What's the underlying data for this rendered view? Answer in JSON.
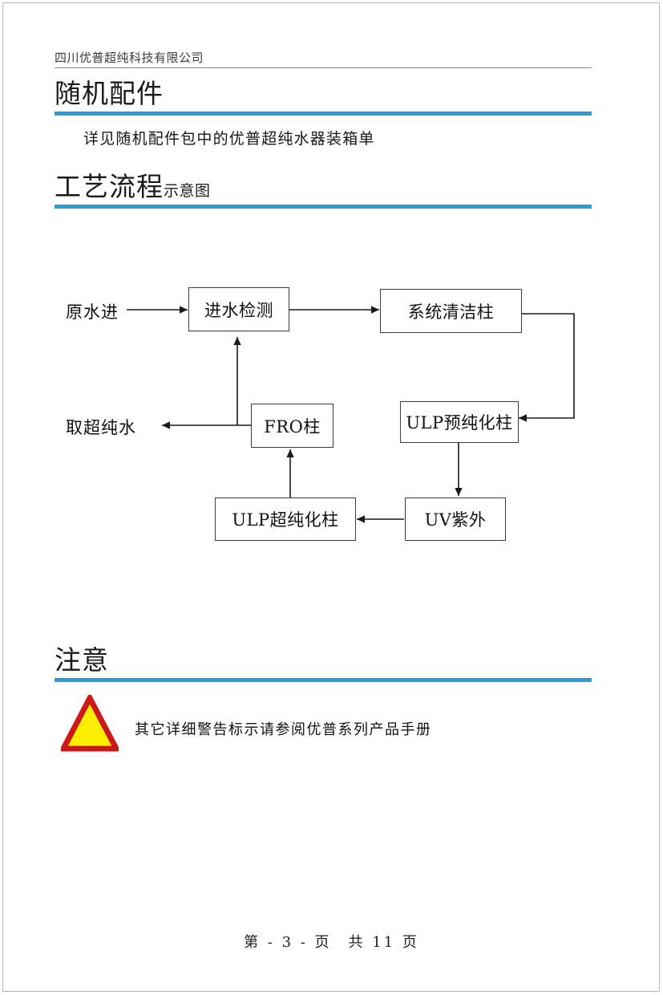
{
  "document": {
    "header": {
      "company": "四川优普超纯科技有限公司"
    },
    "footer": {
      "text": "第 - 3 - 页　共 11 页"
    }
  },
  "sections": [
    {
      "heading_main": "随机配件",
      "heading_sub": "",
      "body": "详见随机配件包中的优普超纯水器装箱单"
    },
    {
      "heading_main": "工艺流程",
      "heading_sub": "示意图",
      "body": ""
    },
    {
      "heading_main": "注意",
      "heading_sub": "",
      "body": "其它详细警告标示请参阅优普系列产品手册"
    }
  ],
  "chart_data": {
    "type": "diagram",
    "title": "工艺流程示意图",
    "nodes": [
      {
        "id": "raw-water-in",
        "label": "原水进",
        "shape": "text"
      },
      {
        "id": "inlet-detection",
        "label": "进水检测",
        "shape": "box"
      },
      {
        "id": "system-clean-column",
        "label": "系统清洁柱",
        "shape": "box"
      },
      {
        "id": "ulp-pre-purification-column",
        "label": "ULP预纯化柱",
        "shape": "box"
      },
      {
        "id": "uv-ultraviolet",
        "label": "UV紫外",
        "shape": "box"
      },
      {
        "id": "ulp-ultra-purification-column",
        "label": "ULP超纯化柱",
        "shape": "box"
      },
      {
        "id": "fro-column",
        "label": "FRO柱",
        "shape": "box"
      },
      {
        "id": "take-ultrapure-water",
        "label": "取超纯水",
        "shape": "text"
      }
    ],
    "edges": [
      {
        "from": "raw-water-in",
        "to": "inlet-detection"
      },
      {
        "from": "inlet-detection",
        "to": "system-clean-column"
      },
      {
        "from": "system-clean-column",
        "to": "ulp-pre-purification-column"
      },
      {
        "from": "ulp-pre-purification-column",
        "to": "uv-ultraviolet"
      },
      {
        "from": "uv-ultraviolet",
        "to": "ulp-ultra-purification-column"
      },
      {
        "from": "ulp-ultra-purification-column",
        "to": "fro-column"
      },
      {
        "from": "fro-column",
        "to": "take-ultrapure-water"
      },
      {
        "from": "fro-column",
        "to": "inlet-detection"
      }
    ]
  },
  "warning": {
    "icon": "warning-triangle",
    "fill_color": "#FFEE00",
    "border_color": "#CC1818",
    "text": "其它详细警告标示请参阅优普系列产品手册"
  },
  "colors": {
    "accent_blue": "#2A9FD8",
    "rule_gray": "#767676",
    "text": "#101010"
  }
}
